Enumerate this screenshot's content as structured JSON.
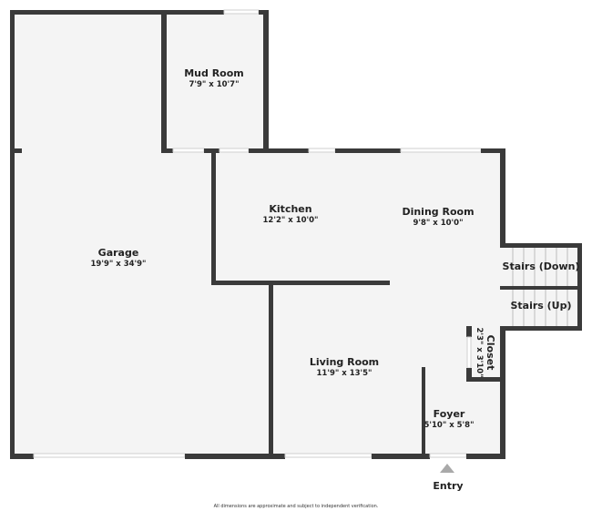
{
  "rooms": {
    "mud_room": {
      "name": "Mud Room",
      "dims": "7'9\" x 10'7\""
    },
    "garage": {
      "name": "Garage",
      "dims": "19'9\" x 34'9\""
    },
    "kitchen": {
      "name": "Kitchen",
      "dims": "12'2\" x 10'0\""
    },
    "dining_room": {
      "name": "Dining Room",
      "dims": "9'8\" x 10'0\""
    },
    "stairs_down": {
      "name": "Stairs (Down)"
    },
    "stairs_up": {
      "name": "Stairs (Up)"
    },
    "closet": {
      "name": "Closet",
      "dims": "2'3\" x 3'10\""
    },
    "living_room": {
      "name": "Living Room",
      "dims": "11'9\" x 13'5\""
    },
    "foyer": {
      "name": "Foyer",
      "dims": "5'10\" x 5'8\""
    }
  },
  "entry": {
    "label": "Entry",
    "marker_color": "#a9a9a9"
  },
  "footnote": "All dimensions are approximate and subject to independent verification.",
  "colors": {
    "wall": "#3a3a3a",
    "floor": "#f4f4f4"
  }
}
